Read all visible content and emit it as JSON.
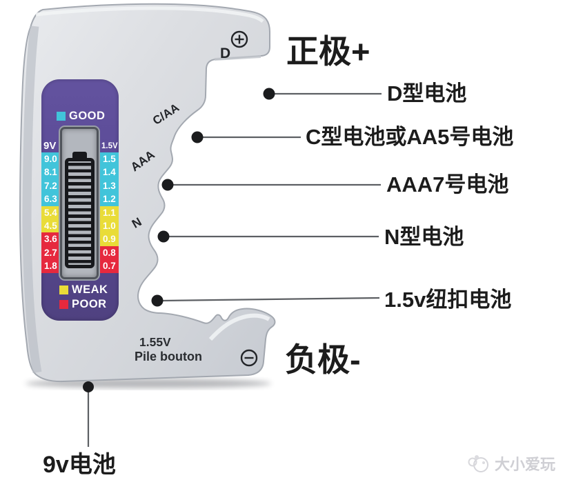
{
  "colors": {
    "good": "#41c4da",
    "weak": "#e9dc38",
    "poor": "#e6293e",
    "display_bg": "#5a4a96",
    "annotation_text": "#1c1c1c"
  },
  "display": {
    "good_label": "GOOD",
    "weak_label": "WEAK",
    "poor_label": "POOR",
    "columns": [
      {
        "header": "9V",
        "values": [
          "9.0",
          "8.1",
          "7.2",
          "6.3",
          "5.4",
          "4.5",
          "3.6",
          "2.7",
          "1.8"
        ],
        "statuses": [
          "good",
          "good",
          "good",
          "good",
          "weak",
          "weak",
          "poor",
          "poor",
          "poor"
        ]
      },
      {
        "header": "1.5V",
        "values": [
          "1.5",
          "1.4",
          "1.3",
          "1.2",
          "1.1",
          "1.0",
          "0.9",
          "0.8",
          "0.7"
        ],
        "statuses": [
          "good",
          "good",
          "good",
          "good",
          "weak",
          "weak",
          "weak",
          "poor",
          "poor"
        ]
      }
    ]
  },
  "device_labels": {
    "positive_symbol": "+",
    "negative_symbol": "−",
    "d_slot": "D",
    "c_aa_slot": "C/AA",
    "aaa_slot": "AAA",
    "n_slot": "N",
    "button_cell_voltage": "1.55V",
    "button_cell_name": "Pile bouton"
  },
  "annotations": {
    "positive_pole": "正极+",
    "negative_pole": "负极-",
    "callouts": [
      {
        "id": "d",
        "label": "D型电池"
      },
      {
        "id": "c-aa",
        "label": "C型电池或AA5号电池"
      },
      {
        "id": "aaa",
        "label": "AAA7号电池"
      },
      {
        "id": "n",
        "label": "N型电池"
      },
      {
        "id": "button",
        "label": "1.5v纽扣电池"
      },
      {
        "id": "9v",
        "label": "9v电池"
      }
    ]
  },
  "watermark": {
    "text": "大小爱玩"
  }
}
